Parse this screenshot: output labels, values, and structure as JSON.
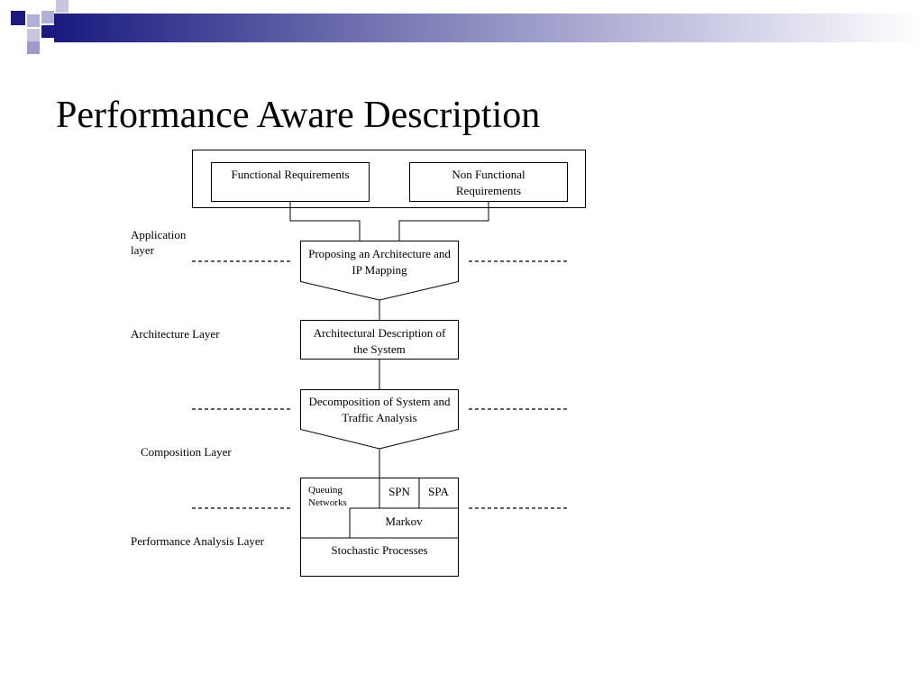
{
  "title": "Performance Aware Description",
  "layers": {
    "application": "Application layer",
    "architecture": "Architecture Layer",
    "composition": "Composition Layer",
    "performance": "Performance Analysis Layer"
  },
  "boxes": {
    "functional": "Functional Requirements",
    "non_functional": "Non Functional Requirements",
    "proposing": "Proposing an Architecture and IP Mapping",
    "arch_desc": "Architectural Description of the System",
    "decomposition": "Decomposition of  System and Traffic Analysis",
    "queuing": "Queuing Networks",
    "spn": "SPN",
    "spa": "SPA",
    "markov": "Markov",
    "stochastic": "Stochastic Processes"
  },
  "colors": {
    "banner_dark": "#1a1a80",
    "banner_light": "#9c9cd0"
  }
}
